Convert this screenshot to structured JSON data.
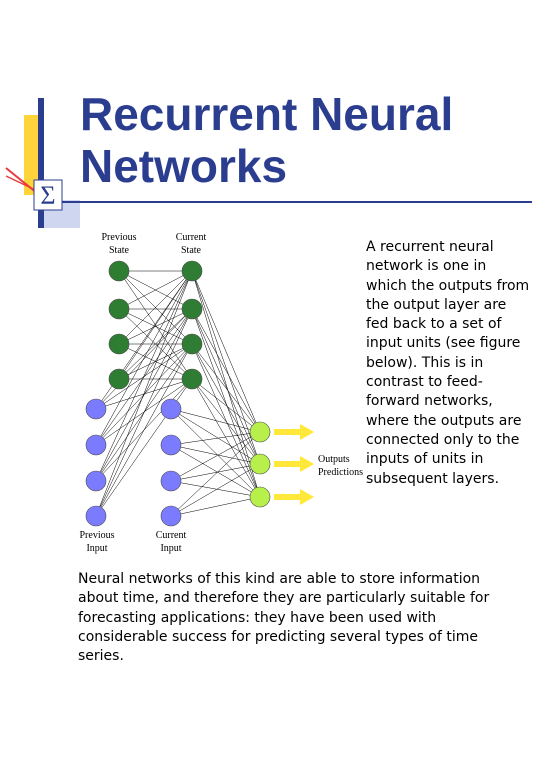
{
  "slide": {
    "title_line1": "Recurrent Neural",
    "title_line2": "Networks",
    "side_text": "A recurrent neural network is one in which the outputs from the output layer are fed back to a set of input units (see figure below). This is in contrast to feed-forward networks, where the outputs are connected only to the inputs of units in subsequent layers.",
    "bottom_text": "Neural networks of this kind are able to store information about time, and therefore they are particularly suitable for forecasting applications: they have been used with considerable success for predicting several types of time series."
  },
  "logo": {
    "symbol": "Σ"
  },
  "diagram": {
    "previous_state_l1": "Previous",
    "previous_state_l2": "State",
    "current_state_l1": "Current",
    "current_state_l2": "State",
    "previous_input_l1": "Previous",
    "previous_input_l2": "Input",
    "current_input_l1": "Current",
    "current_input_l2": "Input",
    "outputs_l1": "Outputs",
    "outputs_l2": "Predictions"
  },
  "colors": {
    "title": "#2b3d8f",
    "state_node": "#2e7d32",
    "input_node": "#7b7bff",
    "output_node": "#b7f04a",
    "arrow": "#ffe83a"
  }
}
